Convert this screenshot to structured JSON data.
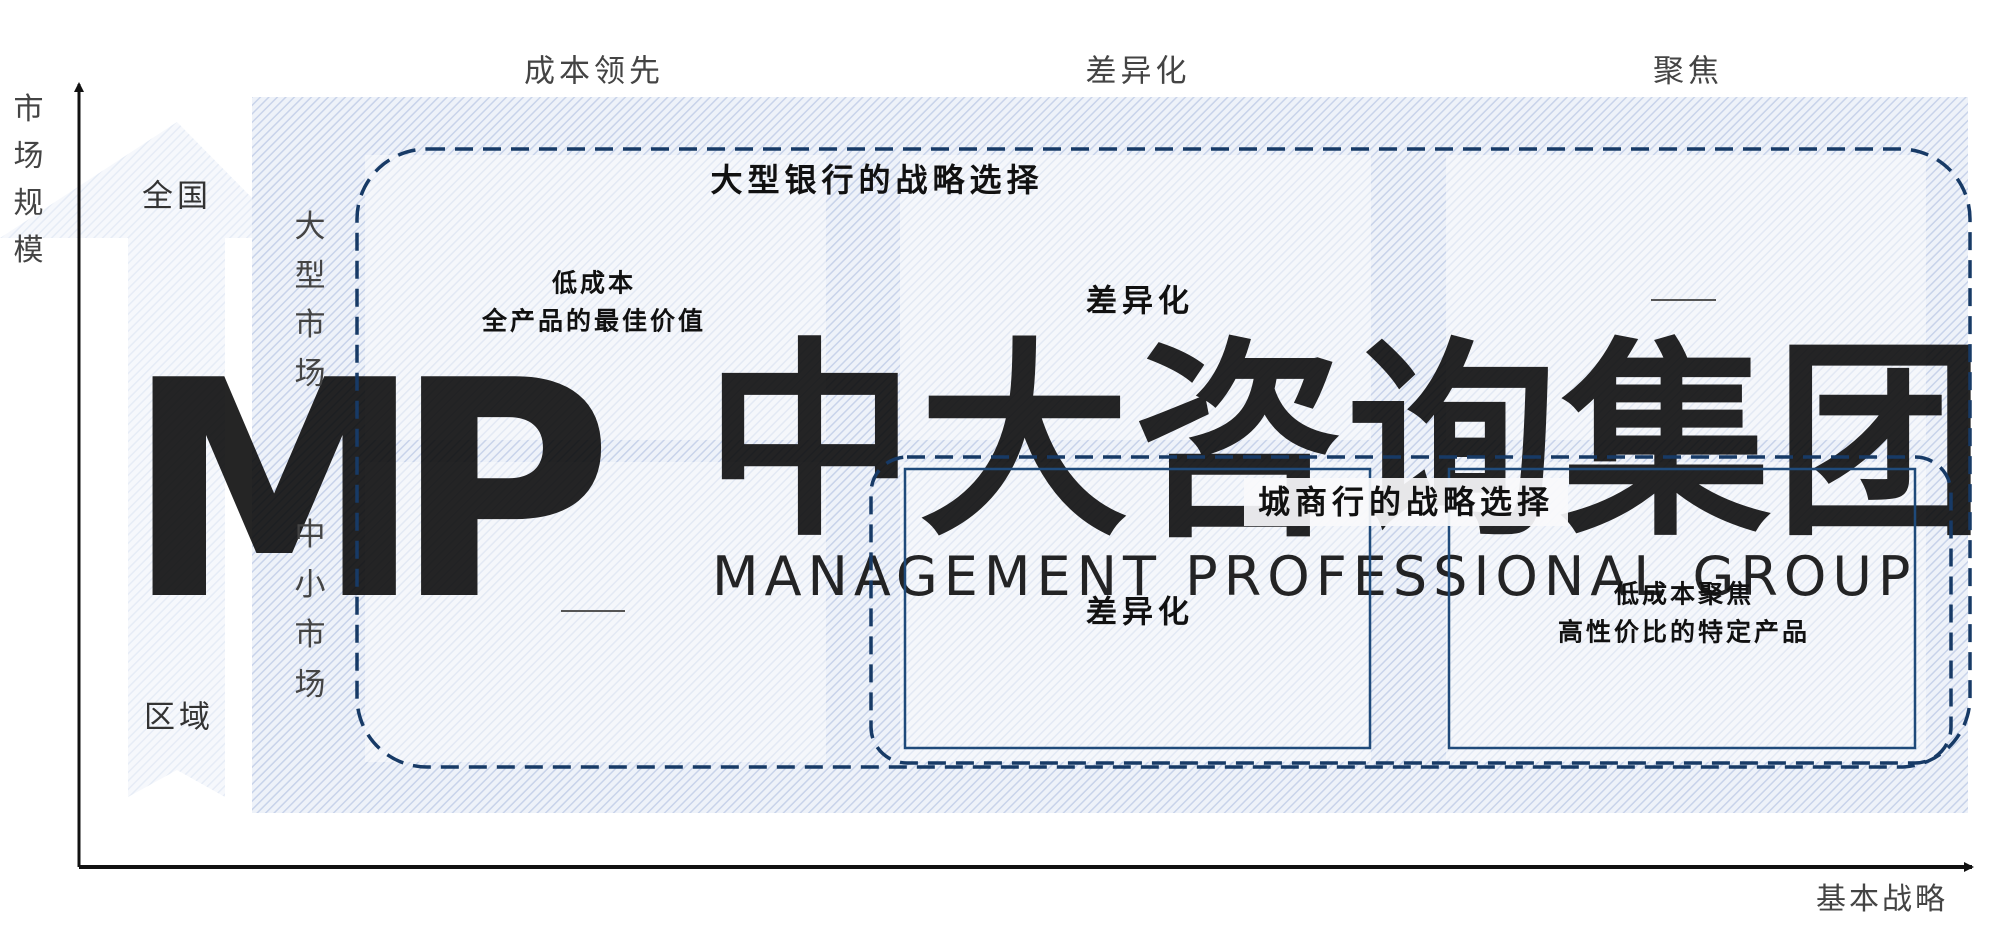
{
  "axes": {
    "y_label": [
      "市",
      "场",
      "规",
      "模"
    ],
    "x_label": "基本战略",
    "y_scale_top": "全国",
    "y_scale_bottom": "区域"
  },
  "columns": [
    {
      "id": "cost",
      "label": "成本领先"
    },
    {
      "id": "diff",
      "label": "差异化"
    },
    {
      "id": "focus",
      "label": "聚焦"
    }
  ],
  "rows": [
    {
      "id": "large",
      "label": [
        "大",
        "型",
        "市",
        "场"
      ]
    },
    {
      "id": "small",
      "label": [
        "中",
        "小",
        "市",
        "场"
      ]
    }
  ],
  "cells": {
    "large_cost": {
      "line1": "低成本",
      "line2": "全产品的最佳价值"
    },
    "large_diff": {
      "text": "差异化"
    },
    "large_focus": {
      "text": "—"
    },
    "small_cost": {
      "text": "—"
    },
    "small_diff": {
      "text": "差异化"
    },
    "small_focus": {
      "line1": "低成本聚焦",
      "line2": "高性价比的特定产品"
    }
  },
  "groups": {
    "large_banks": {
      "title": "大型银行的战略选择"
    },
    "city_banks": {
      "title": "城商行的战略选择"
    }
  },
  "watermark": {
    "logo": "MP",
    "name_cn": "中大咨询集团",
    "name_en": "MANAGEMENT PROFESSIONAL GROUP"
  },
  "colors": {
    "dashed_border": "#173a66",
    "solid_border": "#1f4a7a",
    "hatch": "#c9d5ea",
    "axis": "#111111"
  }
}
